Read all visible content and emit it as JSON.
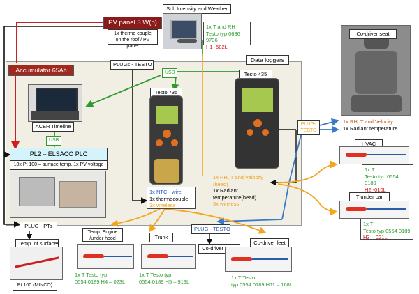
{
  "data_loggers": "Data loggers",
  "pv_panel": "PV panel 3 W(p)",
  "thermocouple_roof": "1x thermo couple\non the roof / PV panel",
  "plugs_testo_top": "PLUGs - TESTO",
  "sol_intensity": "Sol. Intensity and Weather",
  "sol_info": {
    "l1": "1x T and RH",
    "l2": "Testo  typ 0636 9736",
    "l3": "H1 -582L"
  },
  "accumulator": "Accumulator 65Ah",
  "usb_top": "USB",
  "usb_left": "USB",
  "acer": "ACER Timeline",
  "plc": "PL2 – ELSACO PLC",
  "plc_sensors": "10x Pt 100 – surface temp.,1x PV voltage",
  "plug_pts": "PLUG - PTs",
  "testo735": "Testo 735",
  "testo735_info": {
    "l1": "1x NTC - wire",
    "l2": "1x thermocouple",
    "l3": "3x wireless"
  },
  "testo435": "Testo 435",
  "testo435_info": {
    "l1": "1x RH, T and Velocity (head)",
    "l2": "1x Radiant temperature(head)",
    "l3": "3x  wireless"
  },
  "plugs_testo_right": "PLUGs\nTESTO",
  "codriver_seat": "Co-driver seat",
  "seat_info": {
    "l1": "1x RH, T and Velocity",
    "l2": "1x Radiant temperature"
  },
  "hvac": "HVAC",
  "hvac_info": {
    "l1": "1x T",
    "l2": "Testo  typ 0554 0189",
    "l3": "H2 -010L"
  },
  "t_under_car": "T under car",
  "under_info": {
    "l1": "1x T",
    "l2": "Testo  typ 0554 0189",
    "l3": "H3 – 021L"
  },
  "plug_testo_bottom": "PLUG - TESTO",
  "codriver_torso": "Co-driver torso",
  "temp_surfaces": "Temp. of surfaces",
  "pt100": "Pt 100 (MINCO)",
  "temp_engine": "Temp. Engine\n/under hood",
  "engine_info": {
    "l1": "1x T  Testo  typ",
    "l2": "0554 0189  H4 – 023L"
  },
  "trunk": "Trunk",
  "trunk_info": {
    "l1": "1x T  Testo  typ",
    "l2": "0554 0189  H5 – 919L"
  },
  "codriver_feet": "Co-driver feet",
  "feet_info": {
    "l1": "1x T  Testo",
    "l2": "typ 0554 0189 HJ1 – 168L"
  },
  "colors": {
    "red": "#cc2020",
    "green": "#2e9a2e",
    "blue": "#3a78c8",
    "orange": "#f2a51e",
    "black": "#111111",
    "panel": "#f1efe4",
    "pv_box": "#8b1a1a",
    "accu_box": "#a0281c",
    "plc_box": "#d4f3fb"
  }
}
